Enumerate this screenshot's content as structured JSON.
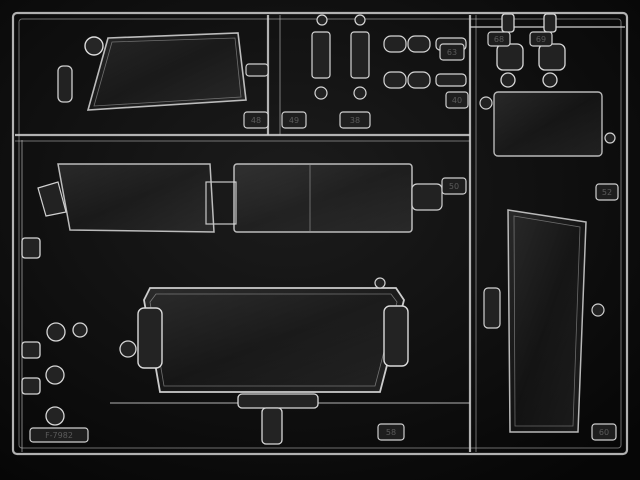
{
  "photo": {
    "subject": "",
    "part_tags": [
      "F-7982",
      "48",
      "49",
      "38",
      "40",
      "50",
      "52",
      "58",
      "60",
      "63",
      "68",
      "69"
    ]
  },
  "colors": {
    "background": "#0c0c0c",
    "plastic_edge": "#d9d9d9",
    "plastic_fill": "#1a1a1a"
  }
}
